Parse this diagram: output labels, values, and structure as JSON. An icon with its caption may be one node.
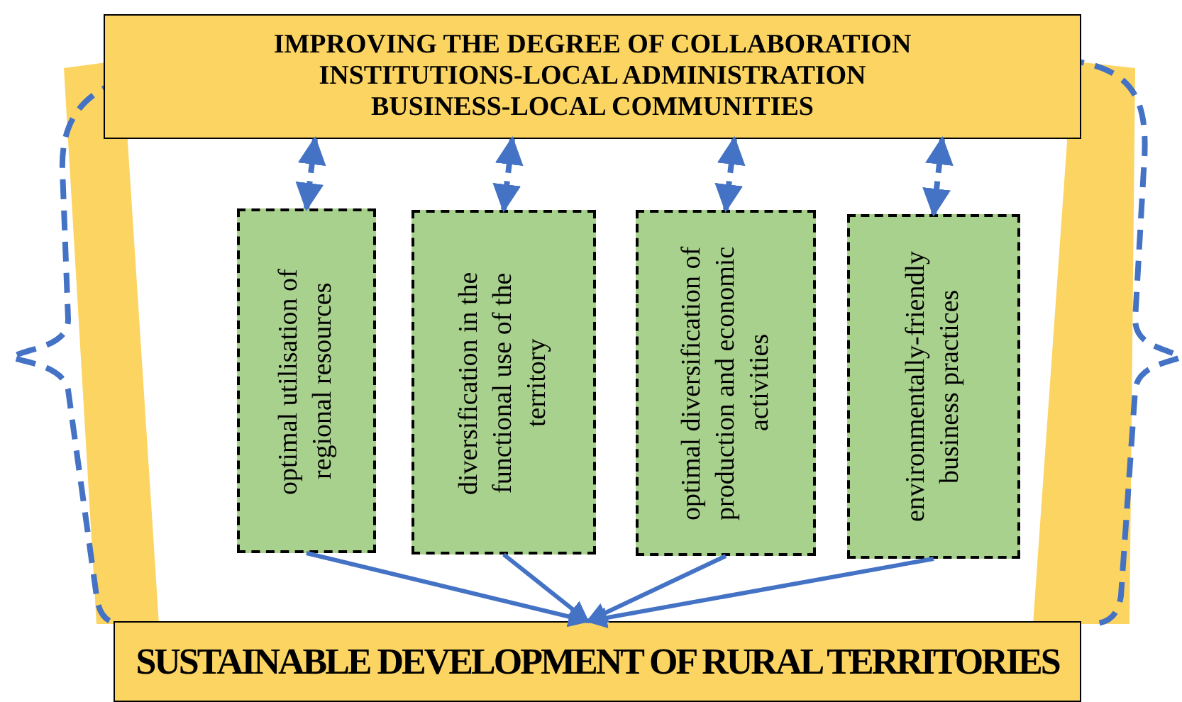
{
  "diagram": {
    "nodes": [
      {
        "text": [
          "IMPROVING THE DEGREE OF COLLABORATION INSTITUTIONS-LOCAL ADMINISTRATION BUSINESS-LOCAL COMMUNITIES"
        ]
      },
      {
        "text": [
          "optimal utilisation of regional resources"
        ]
      },
      {
        "text": [
          "diversification in the functional use of the territory"
        ]
      },
      {
        "text": [
          "optimal diversification of production and economic activities"
        ]
      },
      {
        "text": [
          "environmentally-friendly business practices"
        ]
      },
      {
        "text": [
          "SUSTAINABLE DEVELOPMENT OF RURAL TERRITORIES"
        ]
      }
    ],
    "edges": [
      {
        "from": 0,
        "to": 1,
        "arrow": "both",
        "style": "dashed"
      },
      {
        "from": 0,
        "to": 2,
        "arrow": "both",
        "style": "dashed"
      },
      {
        "from": 0,
        "to": 3,
        "arrow": "both",
        "style": "dashed"
      },
      {
        "from": 0,
        "to": 4,
        "arrow": "both",
        "style": "dashed"
      },
      {
        "from": 1,
        "to": 5,
        "arrow": "to"
      },
      {
        "from": 2,
        "to": 5,
        "arrow": "to"
      },
      {
        "from": 3,
        "to": 5,
        "arrow": "to"
      },
      {
        "from": 4,
        "to": 5,
        "arrow": "to"
      }
    ]
  }
}
